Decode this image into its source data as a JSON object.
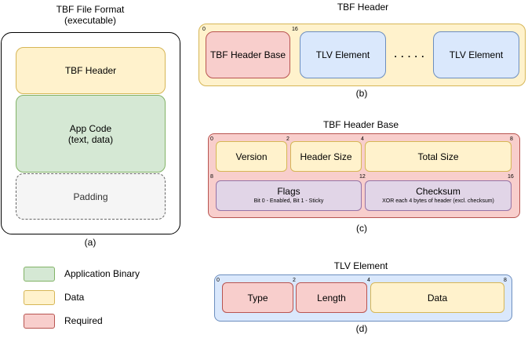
{
  "panel_a": {
    "title": "TBF File Format",
    "subtitle": "(executable)",
    "header": "TBF Header",
    "app_code": "App Code",
    "app_code_sub": "(text, data)",
    "padding": "Padding",
    "caption": "(a)"
  },
  "legend": {
    "app_binary": "Application Binary",
    "data": "Data",
    "required": "Required"
  },
  "panel_b": {
    "title": "TBF Header",
    "base": "TBF Header Base",
    "tlv1": "TLV Element",
    "dots": ". . . . .",
    "tlv2": "TLV Element",
    "off0": "0",
    "off16": "16",
    "caption": "(b)"
  },
  "panel_c": {
    "title": "TBF Header Base",
    "version": "Version",
    "header_size": "Header Size",
    "total_size": "Total Size",
    "flags": "Flags",
    "flags_sub": "Bit 0 - Enabled, Bit 1 - Sticky",
    "checksum": "Checksum",
    "checksum_sub": "XOR each 4 bytes of header (excl. checksum)",
    "off0": "0",
    "off2": "2",
    "off4": "4",
    "off8a": "8",
    "off8b": "8",
    "off12": "12",
    "off16": "16",
    "caption": "(c)"
  },
  "panel_d": {
    "title": "TLV Element",
    "type": "Type",
    "length": "Length",
    "data": "Data",
    "off0": "0",
    "off2": "2",
    "off4": "4",
    "off8": "8",
    "caption": "(d)"
  },
  "colors": {
    "data_fill": "#fff2cc",
    "binary_fill": "#d5e8d4",
    "required_fill": "#f8cecc",
    "tlv_fill": "#dae8fc",
    "flags_fill": "#e1d5e7",
    "padding_fill": "#f5f5f5"
  }
}
